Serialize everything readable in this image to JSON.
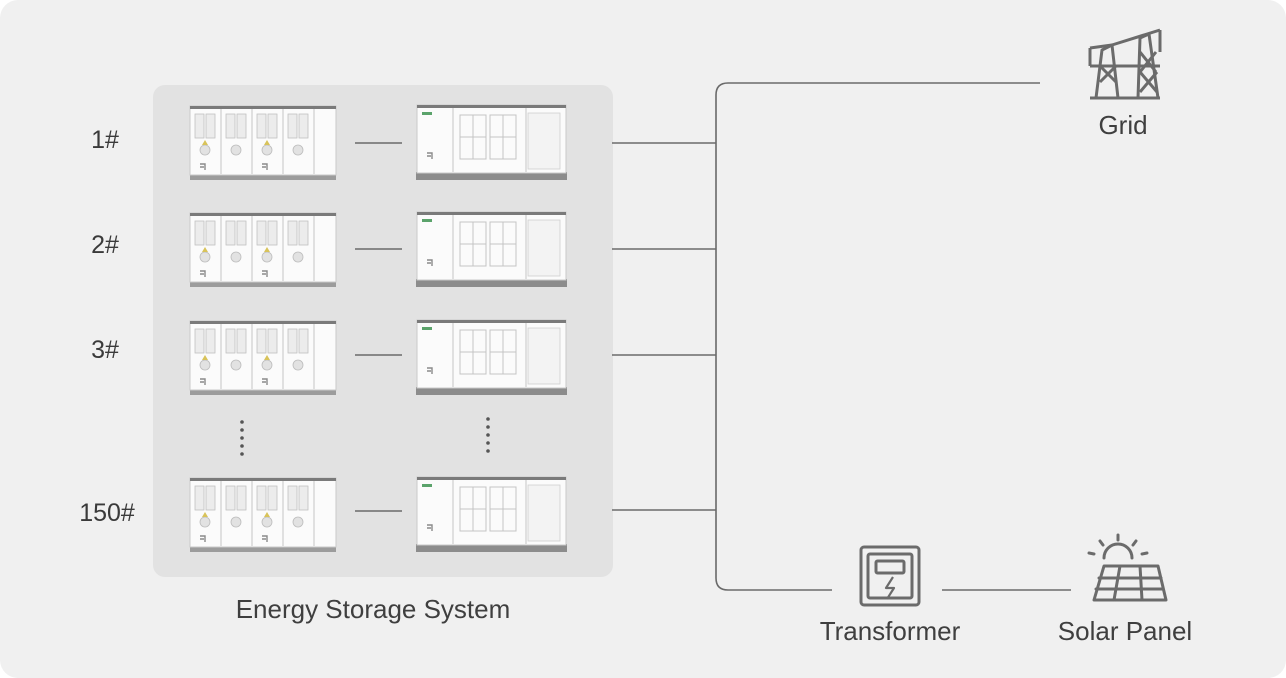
{
  "storage_units": [
    {
      "label": "1#"
    },
    {
      "label": "2#"
    },
    {
      "label": "3#"
    },
    {
      "label": "150#"
    }
  ],
  "captions": {
    "ess": "Energy Storage System",
    "grid": "Grid",
    "transformer": "Transformer",
    "solar": "Solar Panel"
  },
  "icons": {
    "grid": "transmission-tower-icon",
    "transformer": "transformer-meter-icon",
    "solar": "solar-panel-icon",
    "battery": "battery-cabinet-icon",
    "pcs": "pcs-container-icon"
  },
  "colors": {
    "background": "#f0f0f0",
    "panel": "#e2e2e2",
    "line": "#6a6a6a",
    "icon": "#6b6b6b"
  }
}
